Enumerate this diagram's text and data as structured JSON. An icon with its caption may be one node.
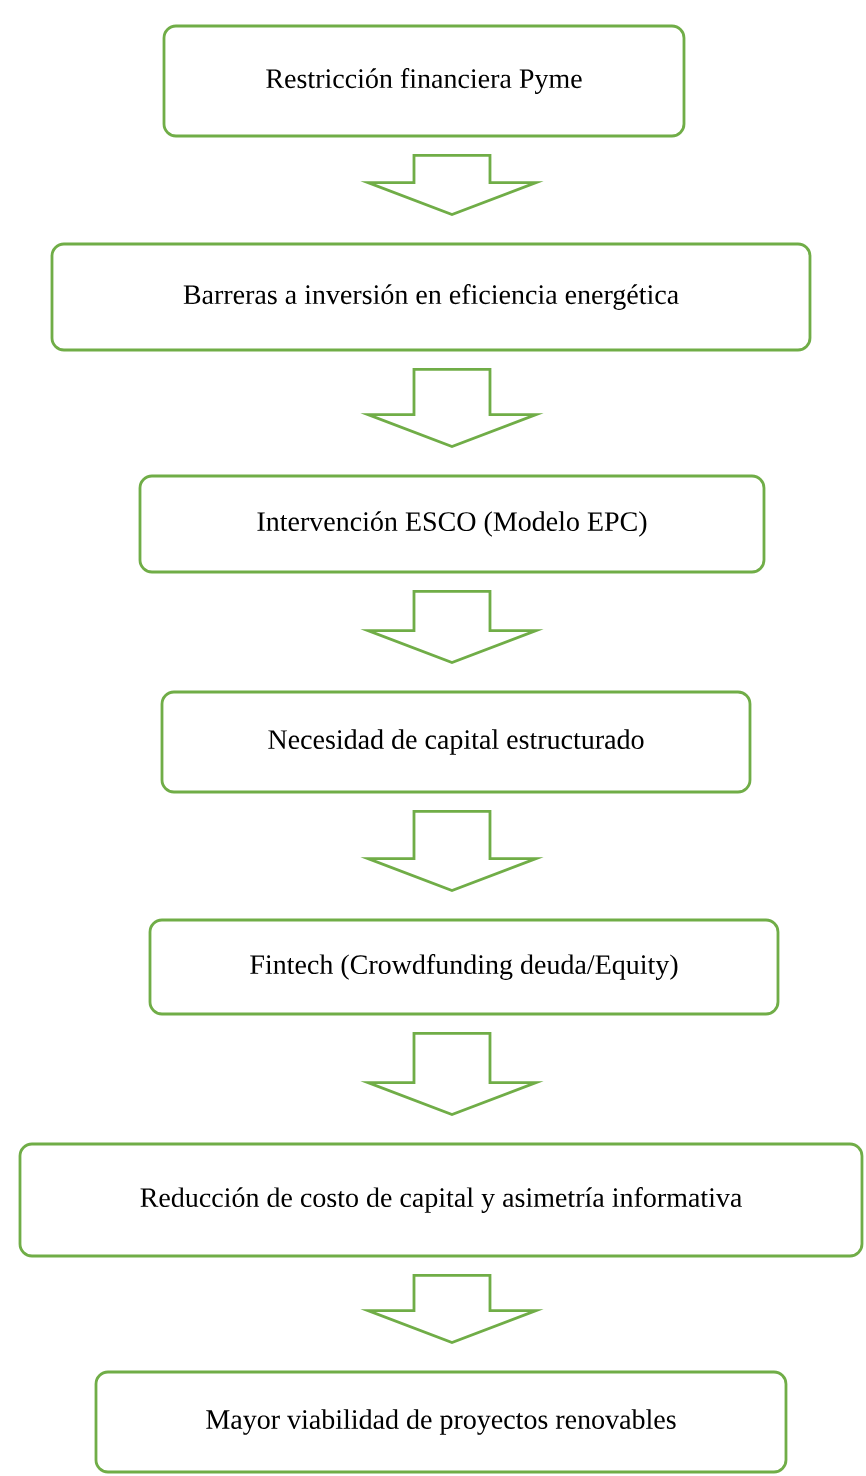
{
  "diagram": {
    "nodes": [
      {
        "text": [
          "Restricción financiera Pyme"
        ]
      },
      {
        "text": [
          "Barreras a inversión en eficiencia energética"
        ]
      },
      {
        "text": [
          "Intervención ESCO (Modelo EPC)"
        ]
      },
      {
        "text": [
          "Necesidad de capital estructurado"
        ]
      },
      {
        "text": [
          "Fintech (Crowdfunding deuda/Equity)"
        ]
      },
      {
        "text": [
          "Reducción de costo de capital y asimetría informativa"
        ]
      },
      {
        "text": [
          "Mayor viabilidad de proyectos renovables"
        ]
      }
    ],
    "edges": [
      {
        "from": 0,
        "to": 1,
        "arrow": "to"
      },
      {
        "from": 1,
        "to": 2,
        "arrow": "to"
      },
      {
        "from": 2,
        "to": 3,
        "arrow": "to"
      },
      {
        "from": 3,
        "to": 4,
        "arrow": "to"
      },
      {
        "from": 4,
        "to": 5,
        "arrow": "to"
      },
      {
        "from": 5,
        "to": 6,
        "arrow": "to"
      }
    ]
  }
}
